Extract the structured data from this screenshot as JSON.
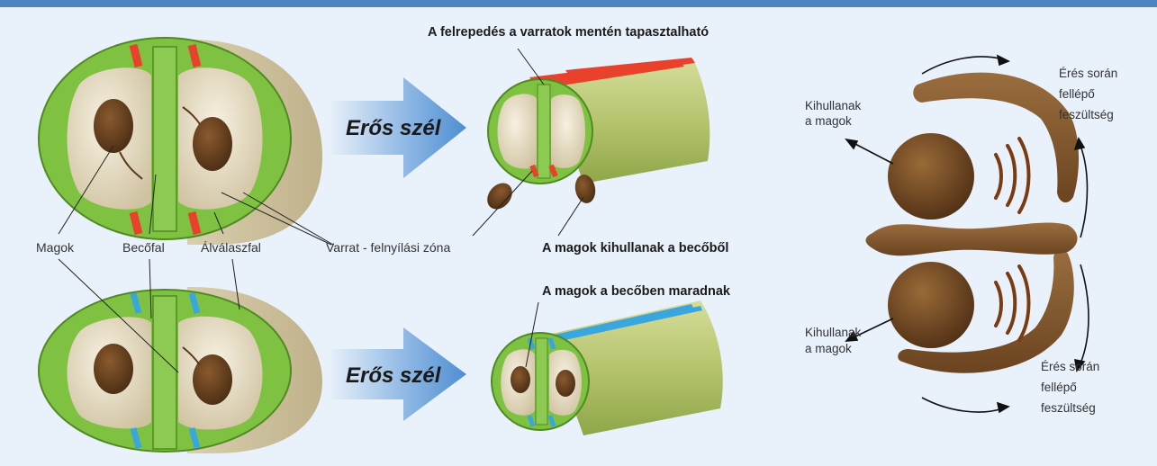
{
  "labels": {
    "magok": "Magok",
    "becofal": "Becőfal",
    "alvalaszfal": "Álválaszfal",
    "varrat": "Varrat - felnyílási zóna",
    "felrepedes": "A felrepedés a varratok mentén tapasztalható",
    "kihullanak_becobol": "A magok kihullanak a becőből",
    "becoben_maradnak": "A magok a becőben maradnak",
    "wind_top": "Erős szél",
    "wind_bottom": "Erős szél"
  },
  "right_labels": {
    "kihullanak_top_1": "Kihullanak",
    "kihullanak_top_2": "a magok",
    "kihullanak_bottom_1": "Kihullanak",
    "kihullanak_bottom_2": "a magok",
    "eres_top_1": "Érés során",
    "eres_top_2": "fellépő",
    "eres_top_3": "feszültség",
    "eres_bottom_1": "Érés során",
    "eres_bottom_2": "fellépő",
    "eres_bottom_3": "feszültség"
  },
  "colors": {
    "pod_green": "#7fc242",
    "pod_green_dark": "#4f8a22",
    "seed_brown": "#5a3a1c",
    "suture_red": "#e8412c",
    "suture_blue": "#39a6de",
    "wind_arrow": "#5b9ad6",
    "background": "#e9f1fa"
  }
}
